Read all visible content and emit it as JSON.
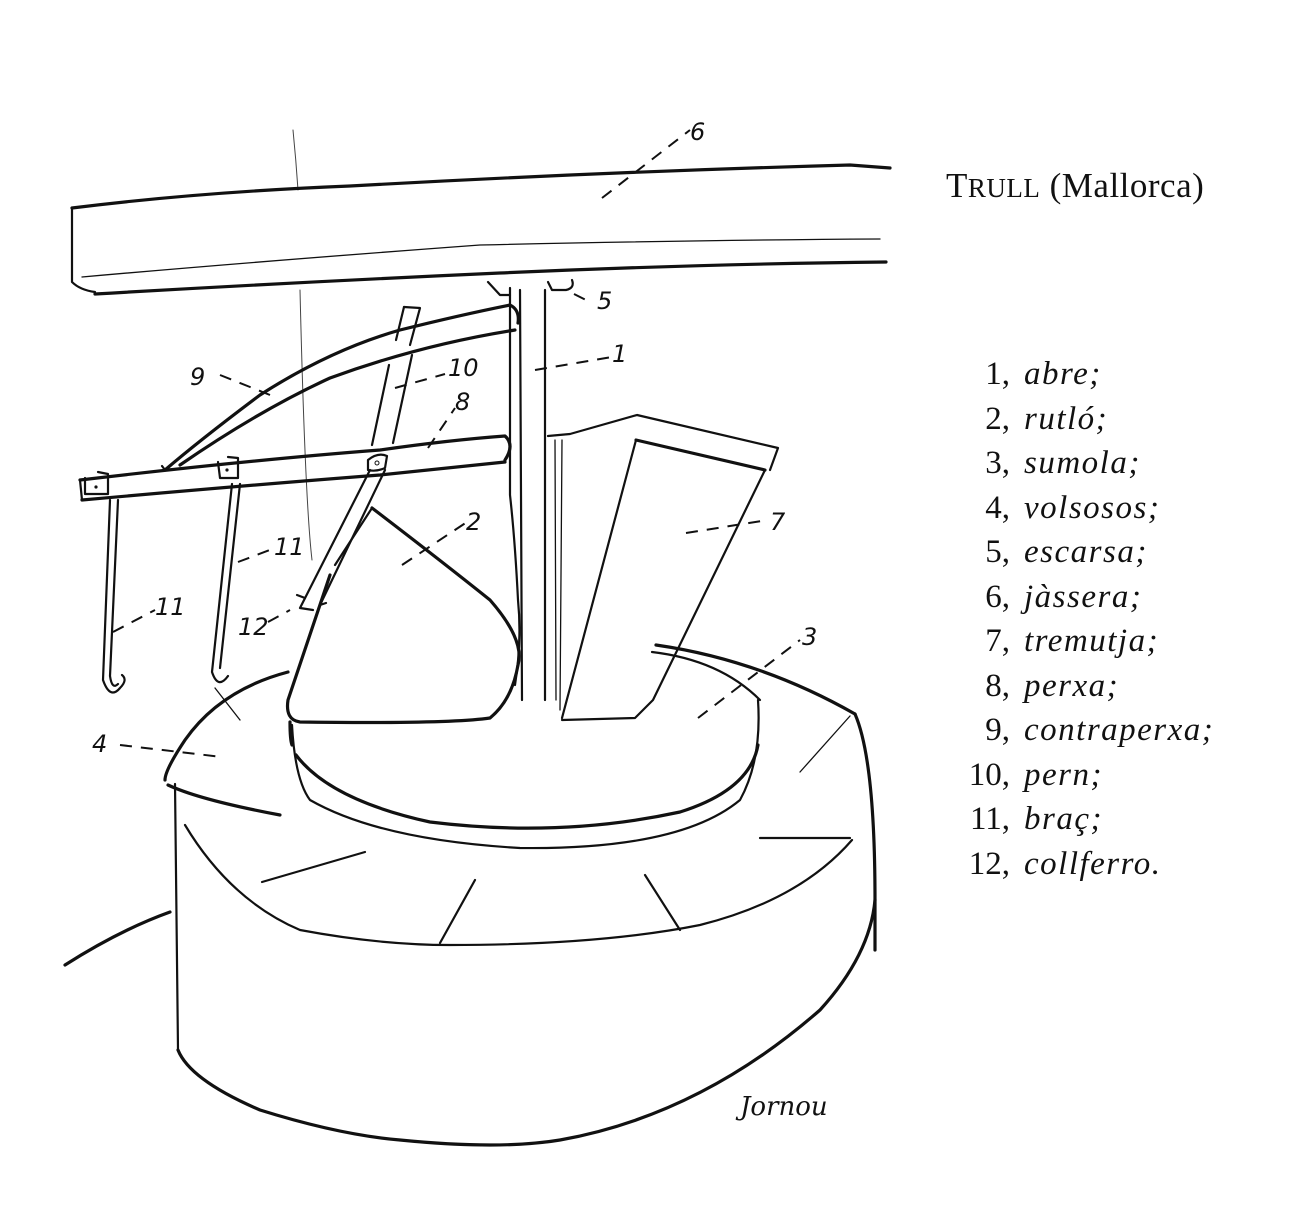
{
  "figure": {
    "title_first_letter": "T",
    "title_smallcaps_rest": "RULL",
    "title_suffix": "(Mallorca)",
    "signature": "Jornou"
  },
  "legend": [
    {
      "number": "1,",
      "term": "abre;"
    },
    {
      "number": "2,",
      "term": "rutló;"
    },
    {
      "number": "3,",
      "term": "sumola;"
    },
    {
      "number": "4,",
      "term": "volsosos;"
    },
    {
      "number": "5,",
      "term": "escarsa;"
    },
    {
      "number": "6,",
      "term": "jàssera;"
    },
    {
      "number": "7,",
      "term": "tremutja;"
    },
    {
      "number": "8,",
      "term": "perxa;"
    },
    {
      "number": "9,",
      "term": "contraperxa;"
    },
    {
      "number": "10,",
      "term": "pern;"
    },
    {
      "number": "11,",
      "term": "braç;"
    },
    {
      "number": "12,",
      "term": "collferro."
    }
  ],
  "callouts": {
    "c1": "1",
    "c2": "2",
    "c3": "3",
    "c4": "4",
    "c5": "5",
    "c6": "6",
    "c7": "7",
    "c8": "8",
    "c9": "9",
    "c10": "10",
    "c11a": "11",
    "c11b": "11",
    "c12": "12"
  }
}
